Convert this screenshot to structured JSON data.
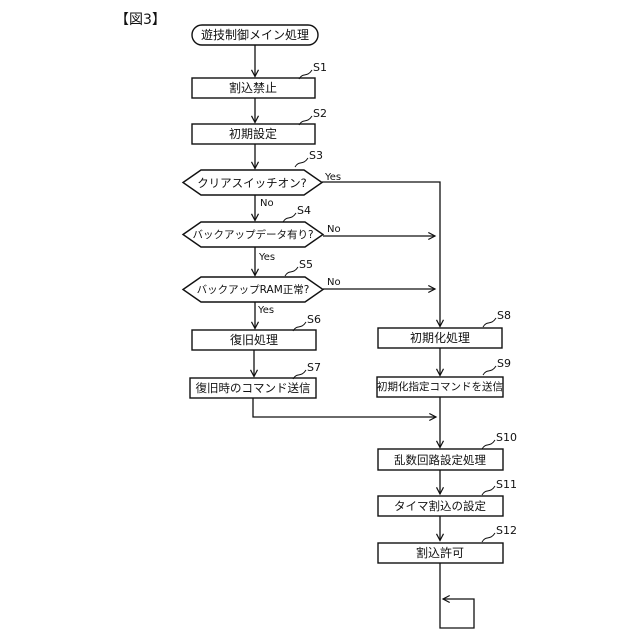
{
  "figure_label": "【図3】",
  "flowchart": {
    "start": "遊技制御メイン処理",
    "steps": [
      {
        "id": "S1",
        "label": "割込禁止"
      },
      {
        "id": "S2",
        "label": "初期設定"
      },
      {
        "id": "S3",
        "label": "クリアスイッチオン?",
        "branch_right": "Yes",
        "branch_down": "No"
      },
      {
        "id": "S4",
        "label": "バックアップデータ有り?",
        "branch_right": "No",
        "branch_down": "Yes"
      },
      {
        "id": "S5",
        "label": "バックアップRAM正常?",
        "branch_right": "No",
        "branch_down": "Yes"
      },
      {
        "id": "S6",
        "label": "復旧処理"
      },
      {
        "id": "S7",
        "label": "復旧時のコマンド送信"
      },
      {
        "id": "S8",
        "label": "初期化処理"
      },
      {
        "id": "S9",
        "label": "初期化指定コマンドを送信"
      },
      {
        "id": "S10",
        "label": "乱数回路設定処理"
      },
      {
        "id": "S11",
        "label": "タイマ割込の設定"
      },
      {
        "id": "S12",
        "label": "割込許可"
      }
    ]
  }
}
